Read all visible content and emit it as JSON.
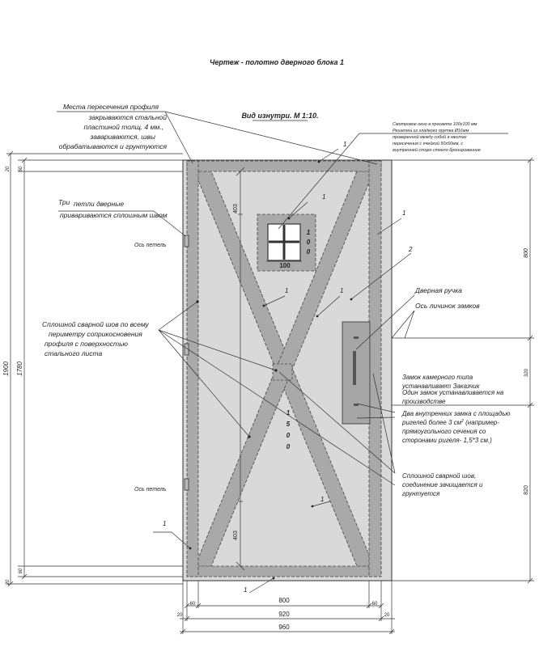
{
  "title": "Чертеж - полотно дверного блока 1",
  "view_label": "Вид изнутри. М 1:10.",
  "notes": {
    "profile_crossing": [
      "Места пересечения профиля",
      "закрываются стальной",
      "пластиной толщ. 4 мм.,",
      "завариваются, швы",
      "обрабатываются и грунтуются"
    ],
    "window": [
      "Смотровое окно в просвете 100х100 мм",
      "Решетка из гладкого прутка Ø16мм",
      "проваренной между собой в местах",
      "пересечения с ячейкой 50х50мм, с",
      "внутренней сторо стекло бронированное"
    ],
    "hinges_word": "Три",
    "hinges": [
      "петли дверные",
      "привариваются сплошным швом"
    ],
    "hinge_axis_top": "Ось петель",
    "hinge_axis_bottom": "Ось петель",
    "perimeter_weld": [
      "Сплошной сварной шов по всему",
      "периметру соприкосновения",
      "профиля с  поверхностью",
      "стального листа"
    ],
    "door_handle": "Дверная ручка",
    "lock_axis": "Ось личинок замков",
    "lock_chamber": [
      "Замок камерного типа",
      "устанавливает Заказчик"
    ],
    "lock_factory": [
      "Один замок устанавливается на",
      "производстве"
    ],
    "locks_inner": [
      "Два внутренних замка с площадью",
      "ригелей более 3 см",
      "прямоугольного сечения со",
      "сторонами ригеля- 1,5*3 см.)"
    ],
    "locks_inner_sup": "2",
    "locks_inner_tail": " (например-",
    "weld_cleaned": [
      "Сплошной сварной шов,",
      "соединение зачищается и",
      "грунтуется"
    ]
  },
  "callouts": [
    "1",
    "1",
    "1",
    "1",
    "1",
    "1",
    "1",
    "1",
    "2"
  ],
  "dimensions": {
    "left_total": "1900",
    "left_inner": "1780",
    "left_top_margin": "20",
    "left_top_frame": "60",
    "left_bottom_margin": "20",
    "left_bottom_frame": "60",
    "right_top": "800",
    "right_mid": "320",
    "right_bottom": "820",
    "vertical_403_top": "403",
    "vertical_403_bottom": "403",
    "vertical_1500": "1500",
    "window_width": "100",
    "window_height": "100",
    "bottom_inner": "800",
    "bottom_frame_left": "60",
    "bottom_frame_right": "60",
    "bottom_mid": "920",
    "bottom_margin_left": "20",
    "bottom_margin_right": "20",
    "bottom_total": "960"
  },
  "colors": {
    "sheet": "#d9d9d9",
    "profile": "#a9a9a9",
    "line": "#333333",
    "lock_plate": "#a6a6a6"
  }
}
